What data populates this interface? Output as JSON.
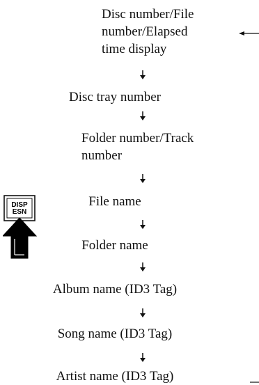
{
  "button": {
    "label_line1": "DISP",
    "label_line2": "ESN"
  },
  "steps": [
    {
      "lines": [
        "Disc number/File",
        "number/Elapsed",
        "time display"
      ]
    },
    {
      "lines": [
        "Disc tray number"
      ]
    },
    {
      "lines": [
        "Folder number/Track",
        "number"
      ]
    },
    {
      "lines": [
        "File name"
      ]
    },
    {
      "lines": [
        "Folder name"
      ]
    },
    {
      "lines": [
        "Album name (ID3 Tag)"
      ]
    },
    {
      "lines": [
        "Song name (ID3 Tag)"
      ]
    },
    {
      "lines": [
        "Artist name (ID3 Tag)"
      ]
    }
  ],
  "colors": {
    "ink": "#111111",
    "button_fill": "#ffffff",
    "arrow_fill": "#000000"
  },
  "icons": {
    "down_arrow": "down-arrow-icon",
    "loop_return": "return-arrow-icon",
    "press": "press-arrow-icon"
  }
}
